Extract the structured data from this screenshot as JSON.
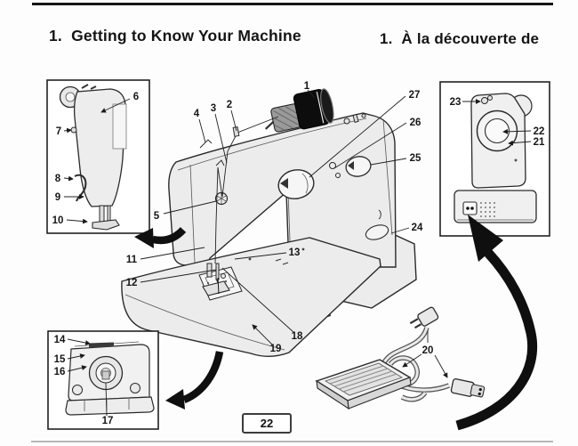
{
  "page": {
    "title_en": "1.  Getting to Know Your Machine",
    "title_fr": "1.  À la découverte de",
    "page_number": "22"
  },
  "colors": {
    "ink": "#1a1a1a",
    "paper": "#fdfdfd",
    "arrow_black": "#0f0f0f"
  },
  "icons": {
    "left_detail_arrow": "thick-curved-arrow",
    "bobbin_detail_arrow": "thick-curved-arrow",
    "power_socket_arrow": "thick-curved-arrow"
  },
  "callouts": {
    "c1": "1",
    "c2": "2",
    "c3": "3",
    "c4": "4",
    "c5": "5",
    "c6": "6",
    "c7": "7",
    "c8": "8",
    "c9": "9",
    "c10": "10",
    "c11": "11",
    "c12": "12",
    "c13": "13",
    "c14": "14",
    "c15": "15",
    "c16": "16",
    "c17": "17",
    "c18": "18",
    "c19": "19",
    "c20": "20",
    "c21": "21",
    "c22": "22",
    "c23": "23",
    "c24": "24",
    "c25": "25",
    "c26": "26",
    "c27": "27"
  }
}
